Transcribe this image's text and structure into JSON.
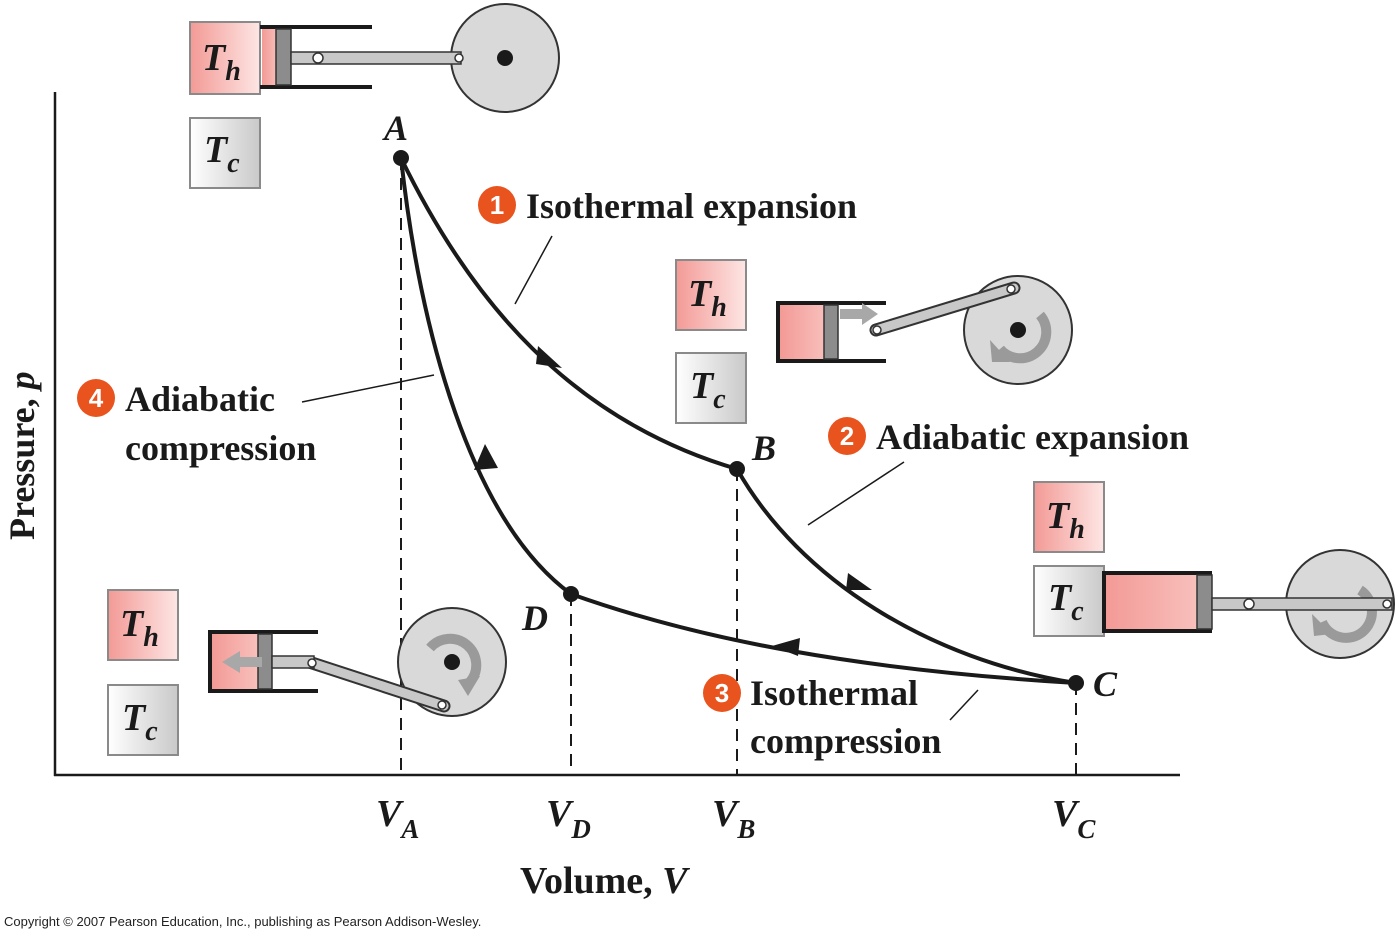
{
  "axes": {
    "y_label_main": "Pressure, ",
    "y_label_var": "p",
    "x_label_main": "Volume, ",
    "x_label_var": "V"
  },
  "points": {
    "A": "A",
    "B": "B",
    "C": "C",
    "D": "D"
  },
  "volumes": [
    {
      "base": "V",
      "sub": "A"
    },
    {
      "base": "V",
      "sub": "D"
    },
    {
      "base": "V",
      "sub": "B"
    },
    {
      "base": "V",
      "sub": "C"
    }
  ],
  "steps": [
    {
      "num": "1",
      "line1": "Isothermal expansion",
      "line2": ""
    },
    {
      "num": "2",
      "line1": "Adiabatic expansion",
      "line2": ""
    },
    {
      "num": "3",
      "line1": "Isothermal",
      "line2": "compression"
    },
    {
      "num": "4",
      "line1": "Adiabatic",
      "line2": "compression"
    }
  ],
  "reservoirs": {
    "hot": {
      "base": "T",
      "sub": "h"
    },
    "cold": {
      "base": "T",
      "sub": "c"
    }
  },
  "colors": {
    "step_badge": "#e8531e",
    "hot_reservoir": "#f4a3a0",
    "gas": "#f4a3a0",
    "wheel": "#d9d9d9",
    "curve": "#1a1a1a"
  },
  "copyright": "Copyright © 2007 Pearson Education, Inc., publishing as Pearson Addison-Wesley."
}
